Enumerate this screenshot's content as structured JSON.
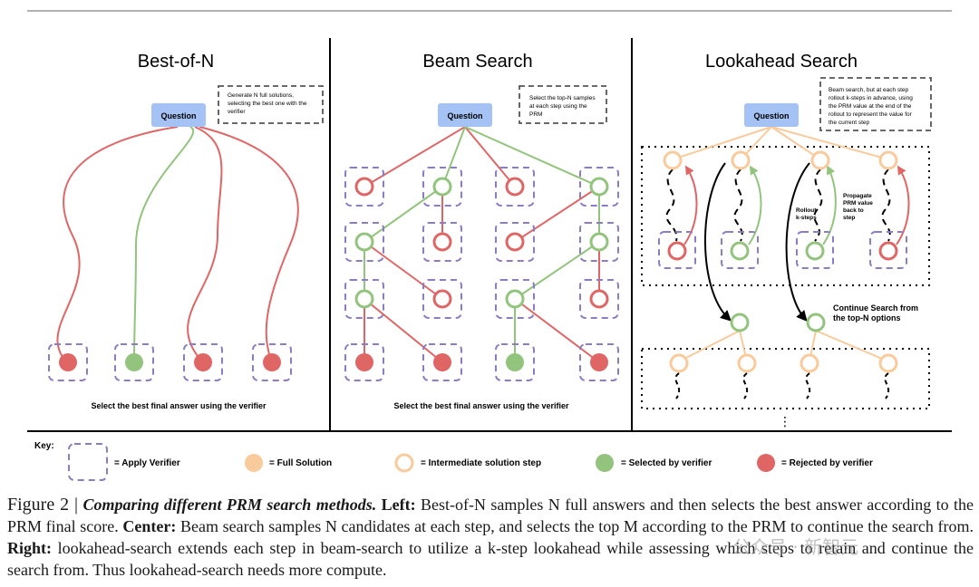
{
  "panels": {
    "left": {
      "title": "Best-of-N",
      "question": "Question",
      "note": [
        "Generate N full solutions,",
        "selecting the best one with the",
        "verifier"
      ],
      "footer": "Select the best final answer using the verifier"
    },
    "center": {
      "title": "Beam Search",
      "question": "Question",
      "note": [
        "Select the top-N samples",
        "at each step using the",
        "PRM"
      ],
      "footer": "Select the best final answer using the verifier"
    },
    "right": {
      "title": "Lookahead Search",
      "question": "Question",
      "note": [
        "Beam search, but at each step",
        "rollout k-steps in advance, using",
        "the PRM value at the end of the",
        "rollout to represent the value for",
        "the current step"
      ],
      "rollout_label": [
        "Rollout",
        "k-steps"
      ],
      "propagate_label": [
        "Propagate",
        "PRM value",
        "back to",
        "step"
      ],
      "continue_label": [
        "Continue Search from",
        "the top-N options"
      ],
      "ellipsis": "⋮"
    }
  },
  "key": {
    "title": "Key:",
    "items": [
      {
        "symbol": "dashed-box",
        "label": "= Apply Verifier"
      },
      {
        "symbol": "filled-orange",
        "label": "= Full Solution"
      },
      {
        "symbol": "ring-orange",
        "label": "= Intermediate solution step"
      },
      {
        "symbol": "filled-green",
        "label": "= Selected by verifier"
      },
      {
        "symbol": "filled-red",
        "label": "= Rejected by verifier"
      }
    ]
  },
  "caption": {
    "figure": "Figure 2 |",
    "title": "Comparing different PRM search methods.",
    "left_label": "Left:",
    "left_text": "Best-of-N samples N full answers and then selects the best answer according to the PRM final score.",
    "center_label": "Center:",
    "center_text": "Beam search samples N candidates at each step, and selects the top M according to the PRM to continue the search from.",
    "right_label": "Right:",
    "right_text": "lookahead-search extends each step in beam-search to utilize a k-step lookahead while assessing which steps to retain and continue the search from. Thus lookahead-search needs more compute."
  },
  "watermark": "公众号 · 新智元",
  "colors": {
    "red": "#e06666",
    "green": "#93c47d",
    "orange": "#f9cb9c",
    "question_fill": "#a4c2f4",
    "box_stroke": "#8e7cc3"
  }
}
